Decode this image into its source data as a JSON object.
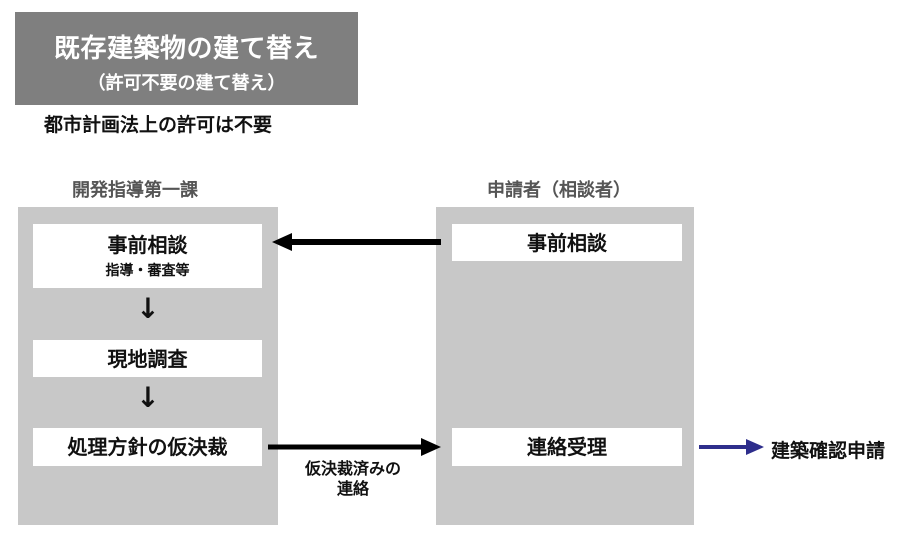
{
  "title": {
    "main": "既存建築物の建て替え",
    "sub": "（許可不要の建て替え）"
  },
  "note": "都市計画法上の許可は不要",
  "left_column": {
    "heading": "開発指導第一課",
    "steps": [
      {
        "label": "事前相談",
        "sublabel": "指導・審査等"
      },
      {
        "label": "現地調査"
      },
      {
        "label": "処理方針の仮決裁"
      }
    ]
  },
  "right_column": {
    "heading": "申請者（相談者）",
    "steps": [
      {
        "label": "事前相談"
      },
      {
        "label": "連絡受理"
      }
    ]
  },
  "arrows": {
    "down_glyph": "↓",
    "lower_caption_line1": "仮決裁済みの",
    "lower_caption_line2": "連絡"
  },
  "next_step": "建築確認申請",
  "colors": {
    "title_bg": "#7f7f7f",
    "panel_bg": "#c8c8c8",
    "arrow_black": "#000000",
    "arrow_navy": "#2e2e8c"
  }
}
